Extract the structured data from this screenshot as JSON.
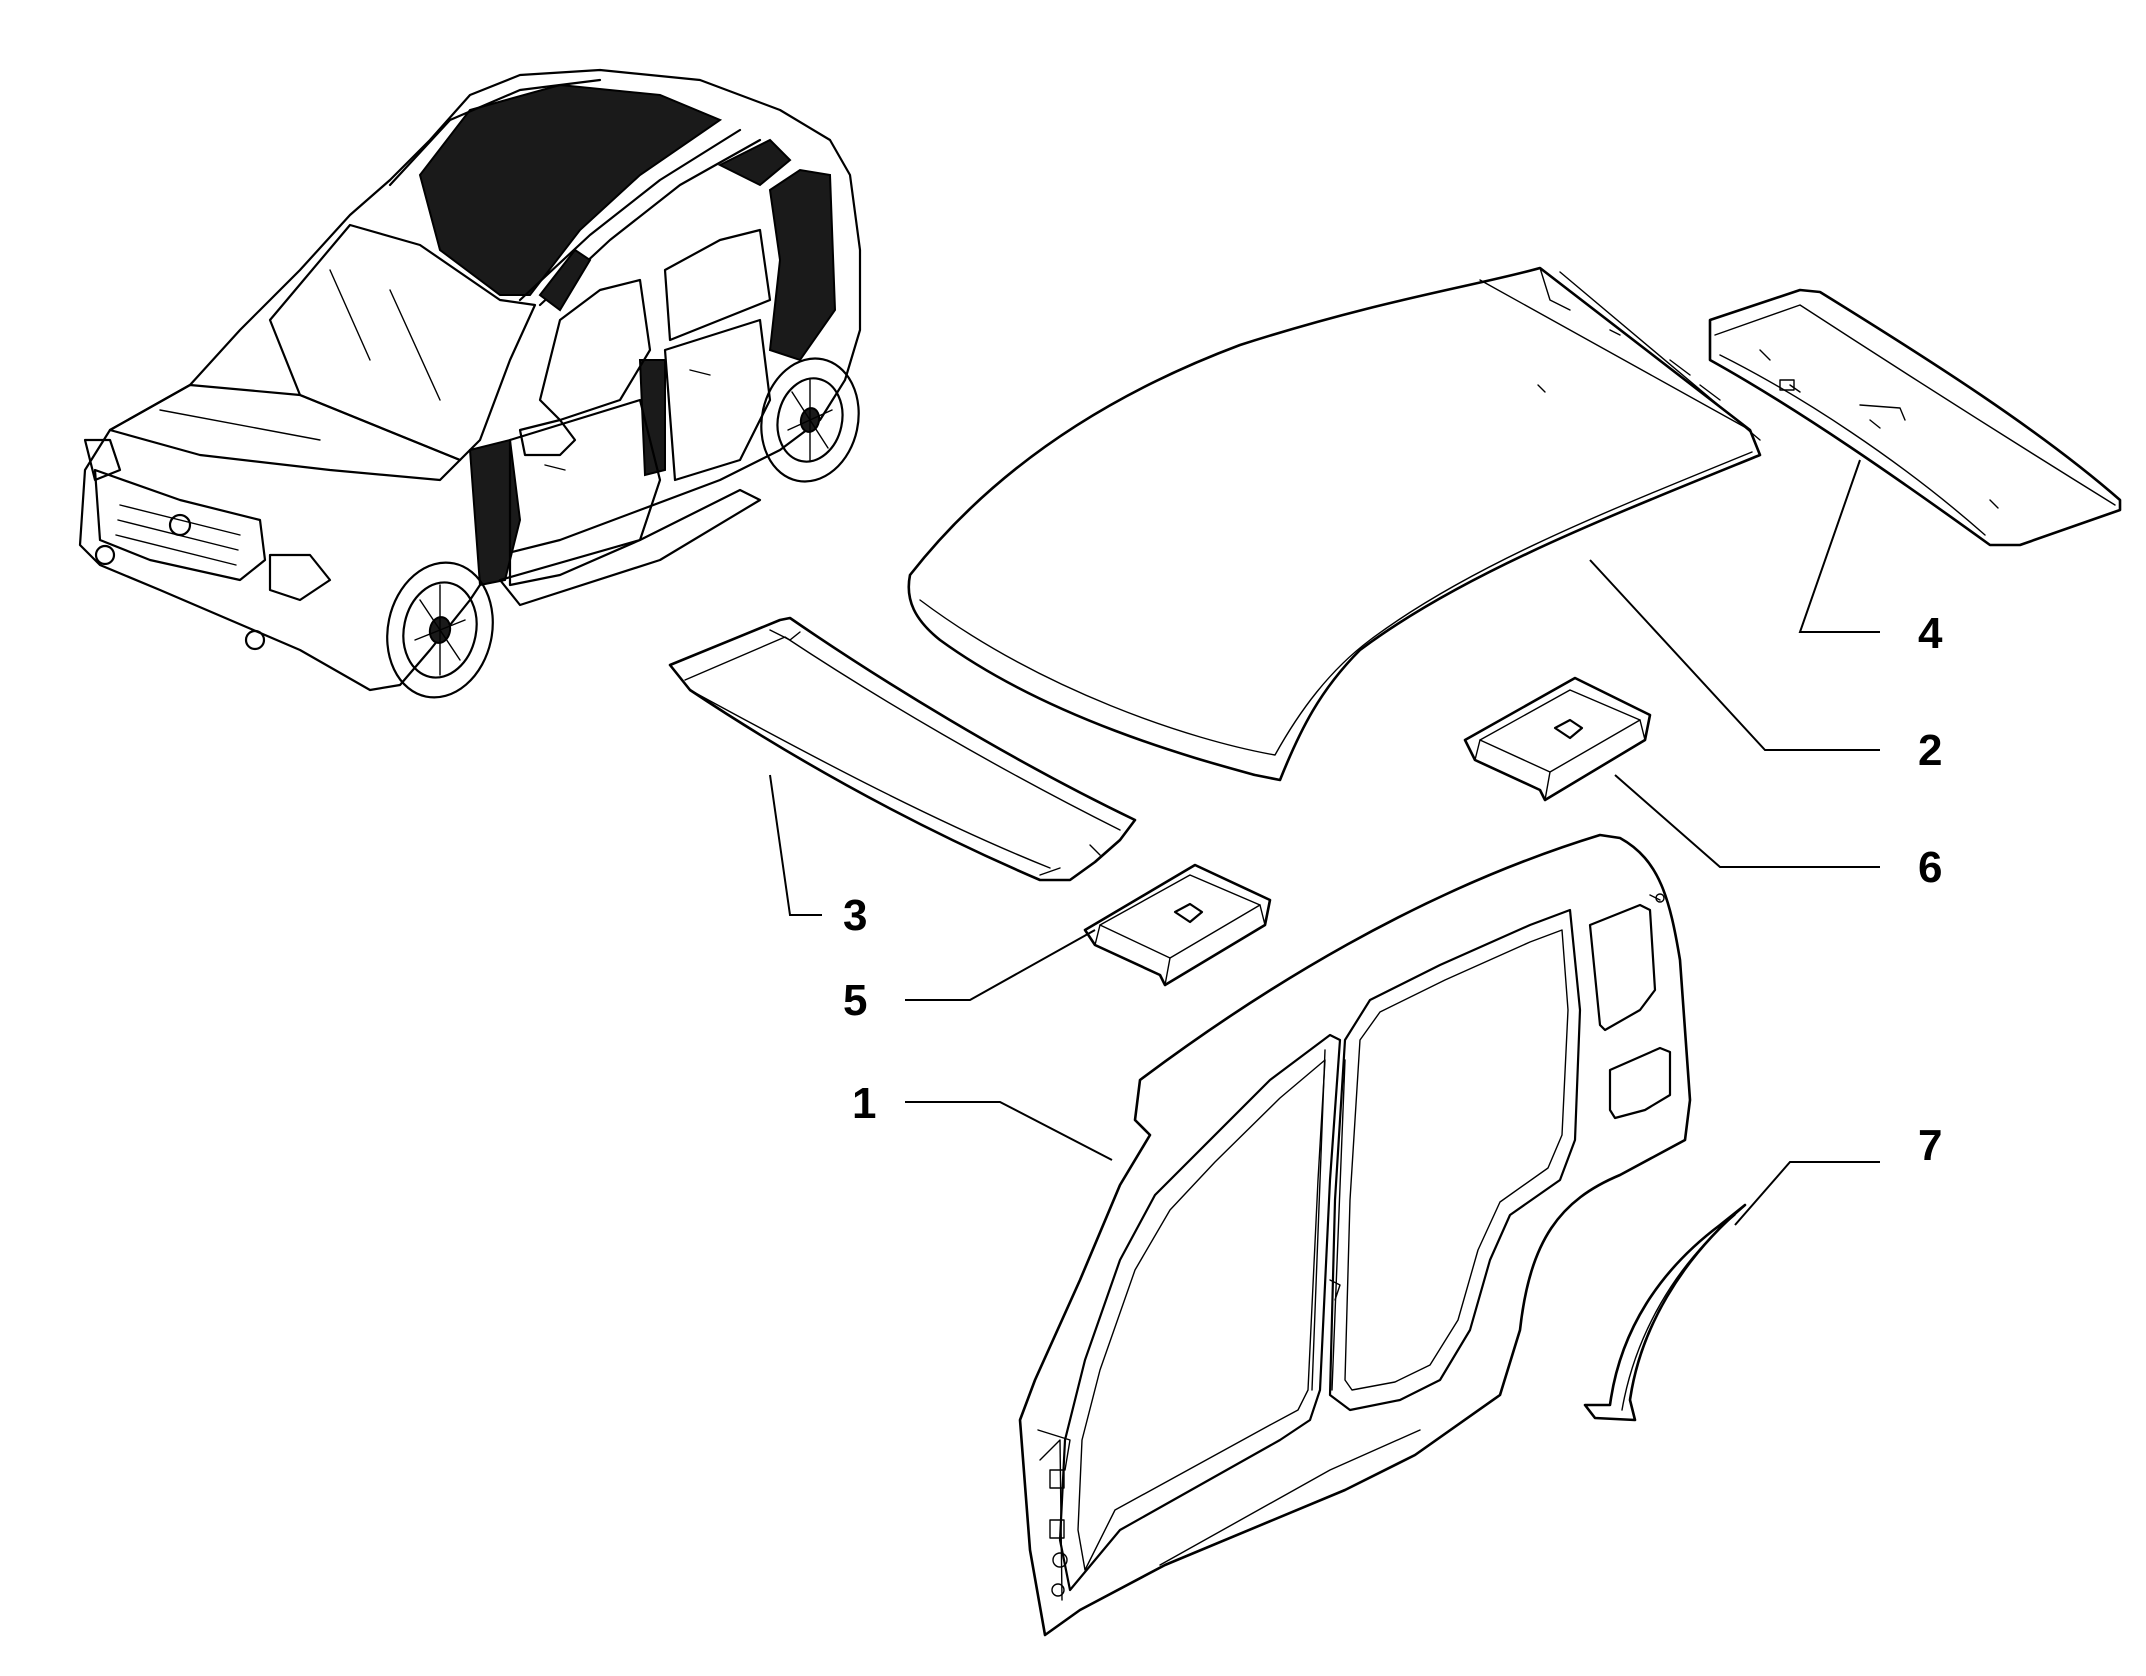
{
  "callouts": [
    {
      "id": "1",
      "label": "1"
    },
    {
      "id": "2",
      "label": "2"
    },
    {
      "id": "3",
      "label": "3"
    },
    {
      "id": "4",
      "label": "4"
    },
    {
      "id": "5",
      "label": "5"
    },
    {
      "id": "6",
      "label": "6"
    },
    {
      "id": "7",
      "label": "7"
    }
  ],
  "colors": {
    "line": "#000000",
    "background": "#ffffff",
    "dark_panel": "#1a1a1a"
  }
}
